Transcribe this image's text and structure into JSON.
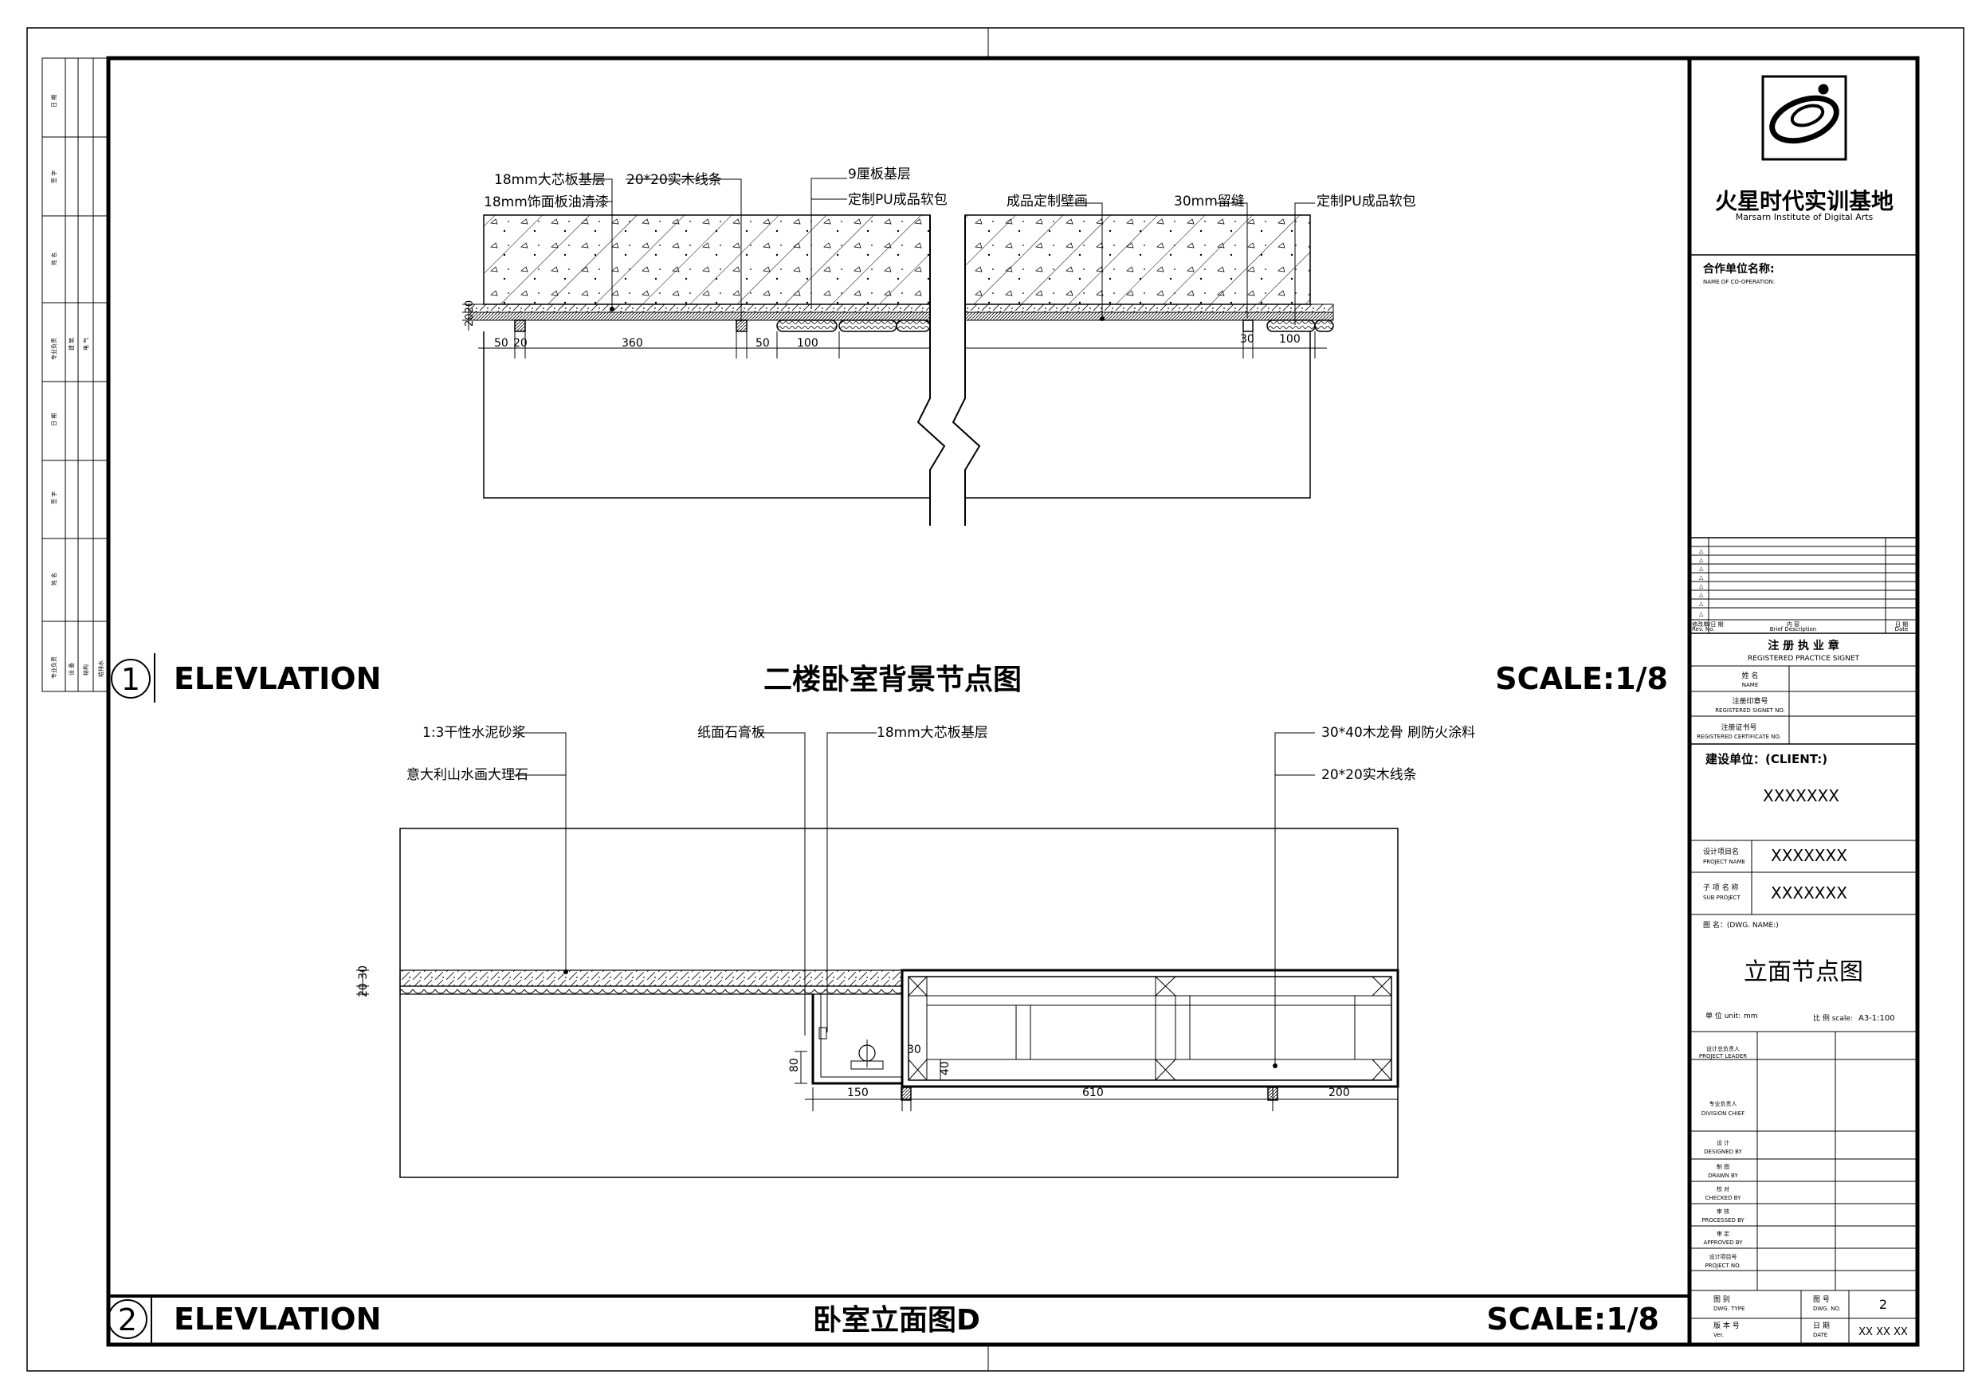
{
  "section1": {
    "number": "1",
    "kind": "ELEVLATION",
    "title": "二楼卧室背景节点图",
    "scale": "SCALE:1/8",
    "labels": {
      "board_base": "18mm大芯板基层",
      "veneer": "18mm饰面板油清漆",
      "wood_strip": "20*20实木线条",
      "ply_base": "9厘板基层",
      "pu_left": "定制PU成品软包",
      "wallpaper": "成品定制壁画",
      "gap": "30mm留缝",
      "pu_right": "定制PU成品软包"
    },
    "dims": {
      "d50a": "50",
      "d20": "20",
      "d360": "360",
      "d50b": "50",
      "d100a": "100",
      "d30": "30",
      "d100b": "100",
      "d2020": "2020"
    }
  },
  "section2": {
    "number": "2",
    "kind": "ELEVLATION",
    "title": "卧室立面图D",
    "scale": "SCALE:1/8",
    "labels": {
      "mortar": "1:3干性水泥砂浆",
      "marble": "意大利山水画大理石",
      "gypsum": "纸面石膏板",
      "board_base": "18mm大芯板基层",
      "keel": "30*40木龙骨 刷防火涂料",
      "wood_strip": "20*20实木线条"
    },
    "dims": {
      "d2030": "20 30",
      "d80": "80",
      "d30": "30",
      "d40": "40",
      "d150": "150",
      "d610": "610",
      "d200": "200"
    }
  },
  "sidebar": {
    "rows": [
      [
        "日 期",
        "",
        ""
      ],
      [
        "签 字",
        "",
        ""
      ],
      [
        "姓 名",
        "",
        ""
      ],
      [
        "专业负责",
        "建 筑",
        "电 气"
      ],
      [
        "日 期",
        "",
        ""
      ],
      [
        "签 字",
        "",
        ""
      ],
      [
        "姓 名",
        "",
        ""
      ],
      [
        "专业负责",
        "设 备",
        "结构"
      ]
    ],
    "last_extra": "给排水"
  },
  "titleblock": {
    "brand_cn": "火星时代实训基地",
    "brand_en": "Marsarn Institute of Digital Arts",
    "coop_label": "合作单位名称:",
    "coop_en": "NAME OF CO-OPERATION:",
    "revision_marks": [
      "△",
      "△",
      "△",
      "△",
      "△",
      "△",
      "△",
      "△"
    ],
    "revision_footer": [
      "修改单/日 期",
      "内 容",
      "日 期"
    ],
    "revision_footer_en": [
      "Rev. No.",
      "Brief Description",
      "Date"
    ],
    "reg_seal": "注 册 执 业 章",
    "reg_seal_en": "REGISTERED PRACTICE SIGNET",
    "reg_rows": [
      [
        "姓 名",
        "NAME"
      ],
      [
        "注册印章号",
        "REGISTERED SIGNET NO."
      ],
      [
        "注册证书号",
        "REGISTERED CERTIFICATE NO."
      ]
    ],
    "client_label": "建设单位：(CLIENT:)",
    "client_value": "XXXXXXX",
    "project_label": "设计项目名",
    "project_label_en": "PROJECT NAME",
    "project_value": "XXXXXXX",
    "sub_label": "子 项 名 称",
    "sub_label_en": "SUB PROJECT",
    "sub_value": "XXXXXXX",
    "dwg_name_label": "图 名：(DWG. NAME:)",
    "dwg_name": "立面节点图",
    "unit_label": "单 位 unit:",
    "unit_value": "mm",
    "scale_label": "比 例 scale:",
    "scale_value": "A3-1:100",
    "sign_rows": [
      [
        "设计总负责人",
        "PROJECT LEADER"
      ],
      [
        "专业负责人",
        "DIVISION CHIEF"
      ],
      [
        "设 计",
        "DESIGNED BY"
      ],
      [
        "制 图",
        "DRAWN BY"
      ],
      [
        "校 对",
        "CHECKED BY"
      ],
      [
        "审 核",
        "PROCESSED BY"
      ],
      [
        "审 定",
        "APPROVED BY"
      ],
      [
        "设计项目号",
        "PROJECT NO."
      ]
    ],
    "type_label": "图 别",
    "type_label_en": "DWG. TYPE",
    "no_label": "图 号",
    "no_label_en": "DWG. NO.",
    "no_value": "2",
    "ver_label": "版 本 号",
    "ver_label_en": "Ver.",
    "date_label": "日 期",
    "date_label_en": "DATE",
    "date_value": "XX XX XX"
  }
}
